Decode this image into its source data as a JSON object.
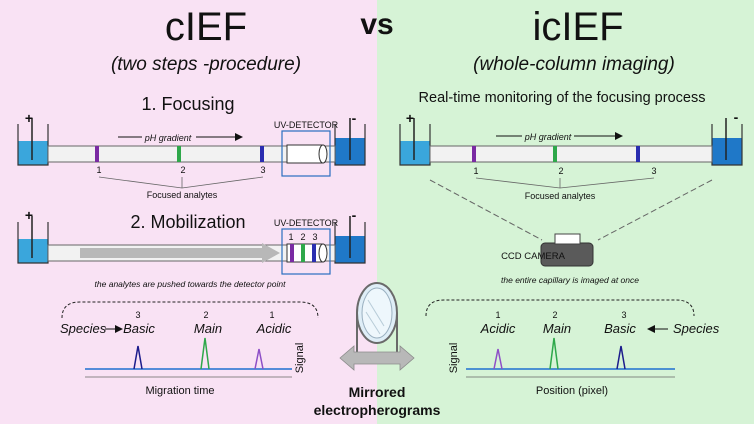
{
  "colors": {
    "left_bg": "#f9e2f4",
    "right_bg": "#d6f3d6",
    "reservoir": "#3aa6dc",
    "reservoir_dark": "#1f78c8",
    "band_purple": "#7a2aa3",
    "band_green": "#2ea84a",
    "band_blue": "#2a2db0",
    "trace": "#1f6fd0",
    "peak_basic": "#1c1c8c",
    "peak_main": "#2ea84a",
    "peak_acidic": "#8e4fc7"
  },
  "left": {
    "title": "cIEF",
    "subtitle": "(two steps -procedure)",
    "focusing": {
      "heading": "1. Focusing",
      "ph_gradient": "pH  gradient",
      "detector": "UV-DETECTOR",
      "plus": "+",
      "minus": "-",
      "band_labels": [
        "1",
        "2",
        "3"
      ],
      "caption": "Focused analytes"
    },
    "mobilization": {
      "heading": "2. Mobilization",
      "detector": "UV-DETECTOR",
      "plus": "+",
      "minus": "-",
      "window_labels": [
        "1",
        "2",
        "3"
      ],
      "caption": "the analytes are pushed towards the detector point"
    },
    "electropherogram": {
      "species": "Species",
      "peak_numbers": [
        "3",
        "2",
        "1"
      ],
      "peak_names": [
        "Basic",
        "Main",
        "Acidic"
      ],
      "ylabel": "Signal",
      "xlabel": "Migration time"
    }
  },
  "center": {
    "vs": "vs",
    "mirror_caption_1": "Mirrored",
    "mirror_caption_2": "electropherograms"
  },
  "right": {
    "title": "icIEF",
    "subtitle": "(whole-column imaging)",
    "heading": "Real-time monitoring of  the  focusing process",
    "ph_gradient": "pH  gradient",
    "plus": "+",
    "minus": "-",
    "band_labels": [
      "1",
      "2",
      "3"
    ],
    "caption": "Focused analytes",
    "camera": "CCD CAMERA",
    "camera_caption": "the entire capillary is imaged at once",
    "electropherogram": {
      "species": "Species",
      "peak_numbers": [
        "1",
        "2",
        "3"
      ],
      "peak_names": [
        "Acidic",
        "Main",
        "Basic"
      ],
      "ylabel": "Signal",
      "xlabel": "Position (pixel)"
    }
  }
}
